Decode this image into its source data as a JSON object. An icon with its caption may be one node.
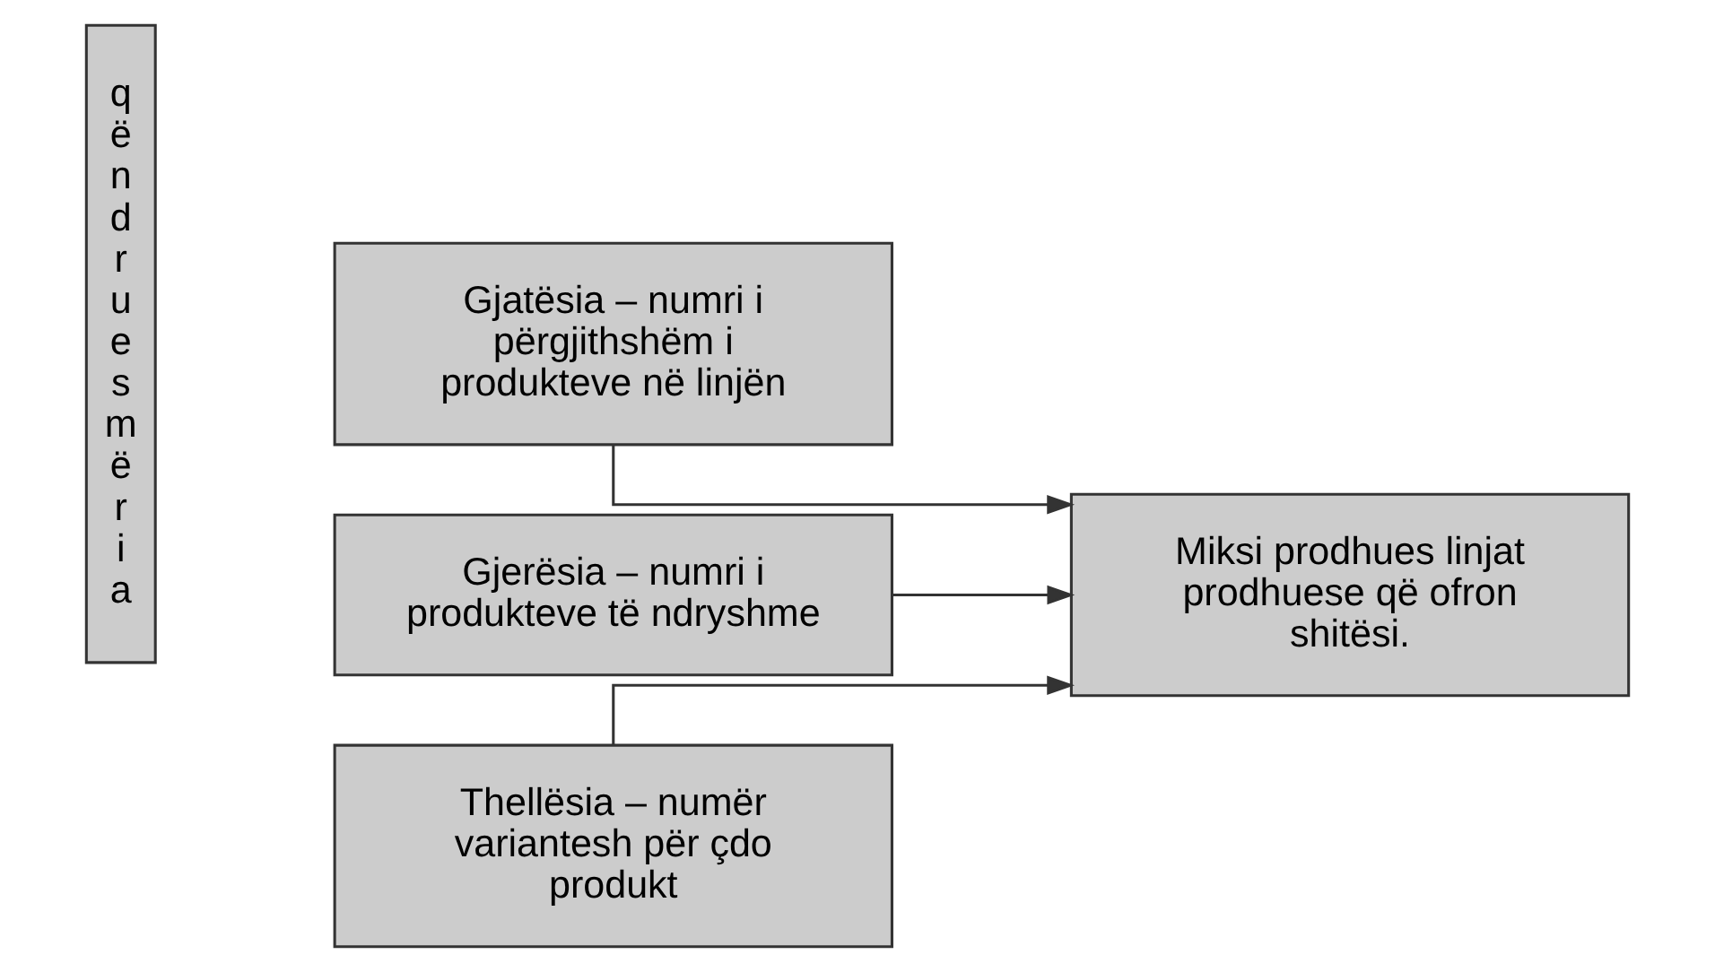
{
  "diagram": {
    "nodes": [
      {
        "text": [
          "qëndruesmëria"
        ]
      },
      {
        "text": [
          "Gjerësia – numri i produkteve të ndryshme"
        ]
      },
      {
        "text": [
          "Gjatësia – numri i përgjithshëm i produkteve në linjën"
        ]
      },
      {
        "text": [
          "Thellësia – numër variantesh për çdo produkt"
        ]
      },
      {
        "text": [
          "Miksi prodhues linjat prodhuese që ofron shitësi."
        ]
      }
    ],
    "edges": [
      {
        "from": 1,
        "to": 4,
        "arrow": "to"
      },
      {
        "from": 2,
        "to": 4,
        "arrow": "to"
      },
      {
        "from": 3,
        "to": 4,
        "arrow": "to"
      }
    ]
  }
}
